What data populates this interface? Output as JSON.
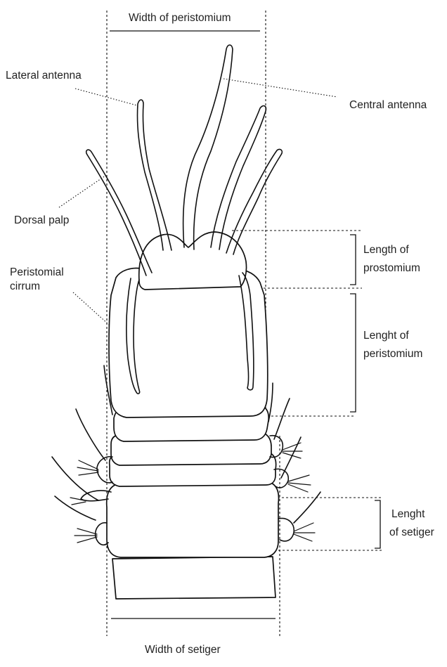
{
  "labels": {
    "width_of_peristomium": "Width of peristomium",
    "lateral_antenna": "Lateral antenna",
    "central_antenna": "Central antenna",
    "dorsal_palp": "Dorsal palp",
    "peristomial_cirrum_line1": "Peristomial",
    "peristomial_cirrum_line2": "cirrum",
    "length_of_prostomium_line1": "Length of",
    "length_of_prostomium_line2": "prostomium",
    "lenght_of_peristomium_line1": "Lenght of",
    "lenght_of_peristomium_line2": "peristomium",
    "lenght_of_setiger_line1": "Lenght",
    "lenght_of_setiger_line2": "of setiger",
    "width_of_setiger": "Width of setiger"
  }
}
